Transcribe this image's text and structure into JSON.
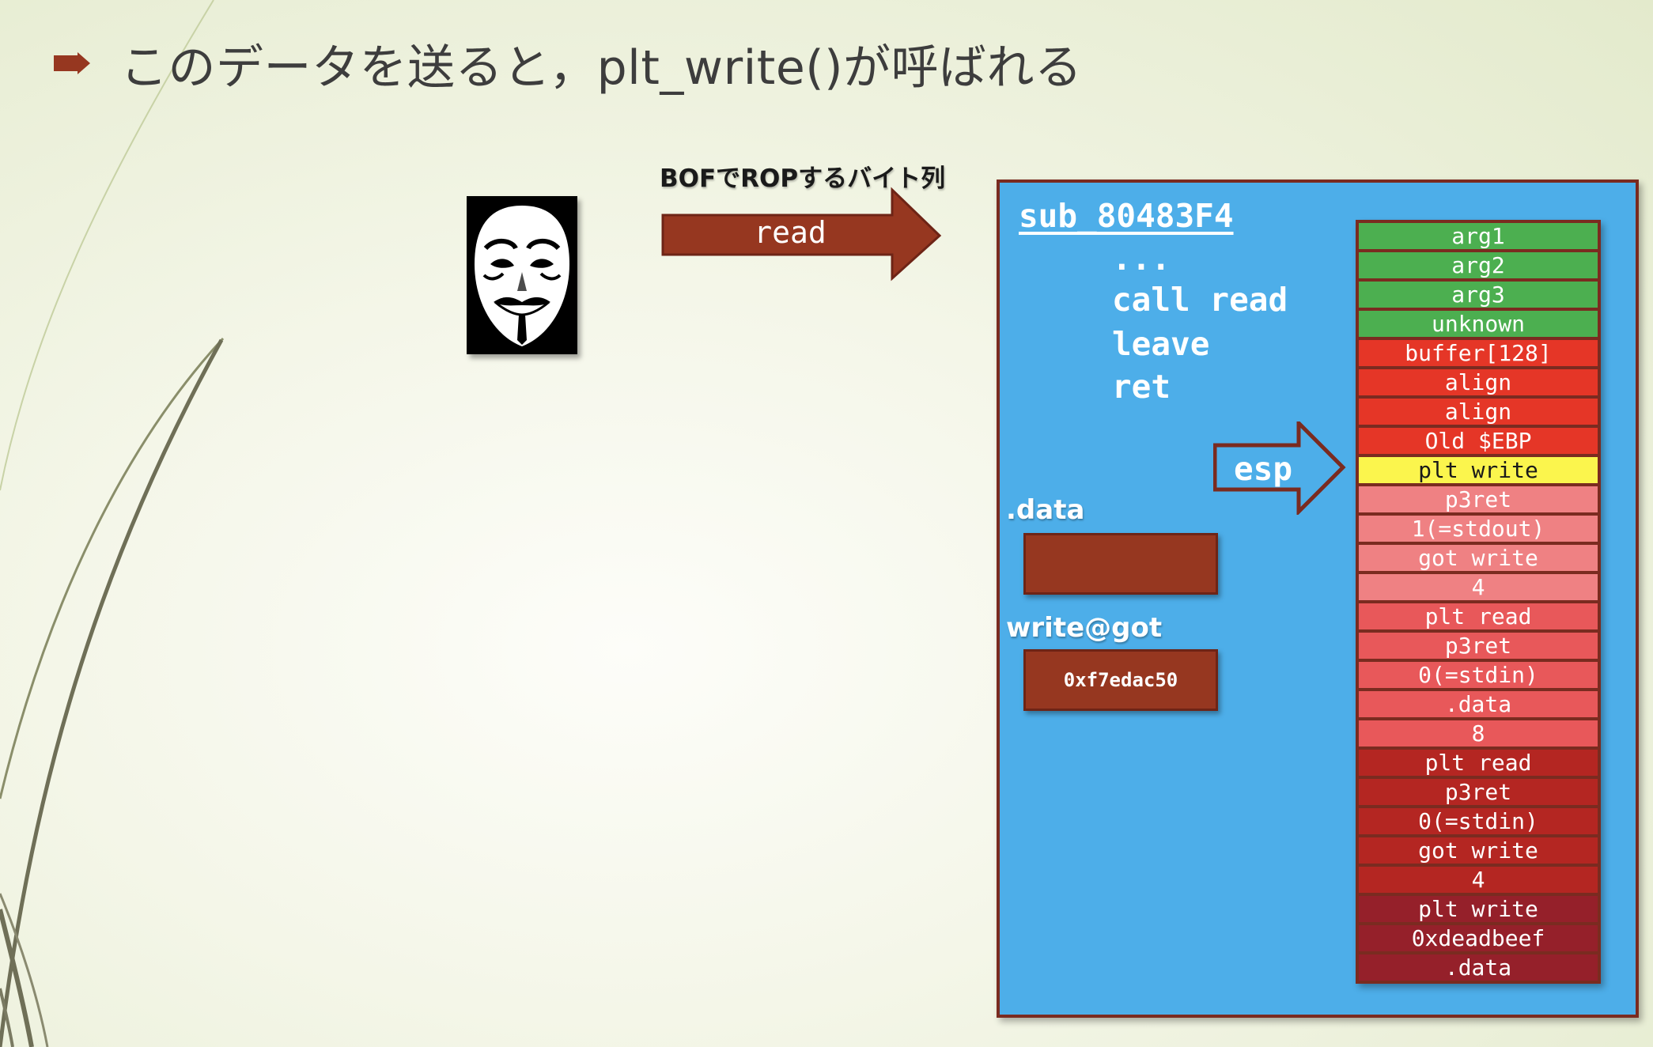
{
  "slide": {
    "title": "このデータを送ると，plt_write()が呼ばれる",
    "bullet_icon": "arrow-bullet-icon",
    "colors": {
      "accent": "#963720",
      "panel": "#4daee9",
      "background": "#f4f6e8"
    }
  },
  "attacker": {
    "icon": "guy-fawkes-mask-icon"
  },
  "payload": {
    "caption": "BOFでROPするバイト列",
    "arrow_label": "read"
  },
  "panel": {
    "function_name": "sub_80483F4",
    "code": [
      "...",
      "call read",
      "leave",
      "ret"
    ],
    "esp_label": "esp",
    "data_section": {
      "label": ".data",
      "value": ""
    },
    "got_entry": {
      "label": "write@got",
      "value": "0xf7edac50"
    }
  },
  "stack": [
    {
      "label": "arg1",
      "color": "#4caf50"
    },
    {
      "label": "arg2",
      "color": "#4caf50"
    },
    {
      "label": "arg3",
      "color": "#4caf50"
    },
    {
      "label": "unknown",
      "color": "#4caf50"
    },
    {
      "label": "buffer[128]",
      "color": "#e53627"
    },
    {
      "label": "align",
      "color": "#e53627"
    },
    {
      "label": "align",
      "color": "#e53627"
    },
    {
      "label": "Old $EBP",
      "color": "#e53627"
    },
    {
      "label": "plt write",
      "color": "#fbf54d"
    },
    {
      "label": "p3ret",
      "color": "#ef8183"
    },
    {
      "label": "1(=stdout)",
      "color": "#ef8183"
    },
    {
      "label": "got write",
      "color": "#ef8183"
    },
    {
      "label": "4",
      "color": "#ef8183"
    },
    {
      "label": "plt read",
      "color": "#e8585a"
    },
    {
      "label": "p3ret",
      "color": "#e8585a"
    },
    {
      "label": "0(=stdin)",
      "color": "#e8585a"
    },
    {
      "label": ".data",
      "color": "#e8585a"
    },
    {
      "label": "8",
      "color": "#e8585a"
    },
    {
      "label": "plt read",
      "color": "#b42622"
    },
    {
      "label": "p3ret",
      "color": "#b42622"
    },
    {
      "label": "0(=stdin)",
      "color": "#b42622"
    },
    {
      "label": "got write",
      "color": "#b42622"
    },
    {
      "label": "4",
      "color": "#b42622"
    },
    {
      "label": "plt write",
      "color": "#95202a"
    },
    {
      "label": "0xdeadbeef",
      "color": "#95202a"
    },
    {
      "label": ".data",
      "color": "#95202a"
    }
  ]
}
